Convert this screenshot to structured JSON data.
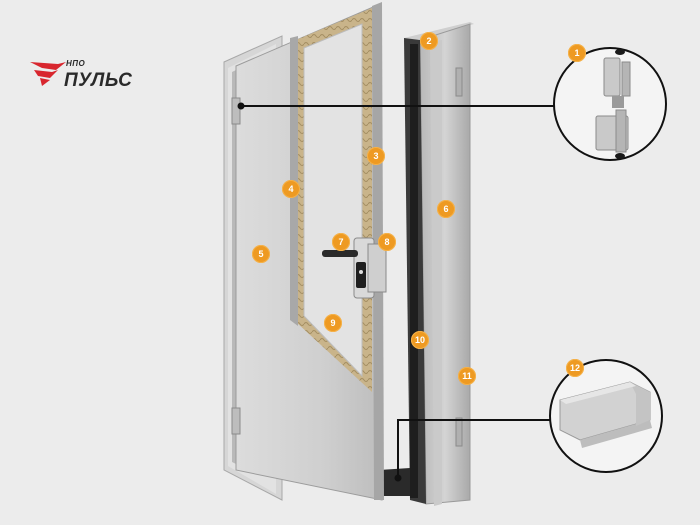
{
  "logo": {
    "small_text": "НПО",
    "big_text": "ПУЛЬС",
    "colors": {
      "wing": "#d8262e",
      "text": "#2a2a2a"
    }
  },
  "accent_color": "#ee9a22",
  "callouts": [
    "1",
    "2",
    "3",
    "4",
    "5",
    "6",
    "7",
    "8",
    "9",
    "10",
    "11",
    "12"
  ],
  "insets": [
    {
      "id": "hinge",
      "callout": "1",
      "icon": "door-hinge-icon"
    },
    {
      "id": "frame-profile",
      "callout": "12",
      "icon": "frame-profile-icon"
    }
  ]
}
